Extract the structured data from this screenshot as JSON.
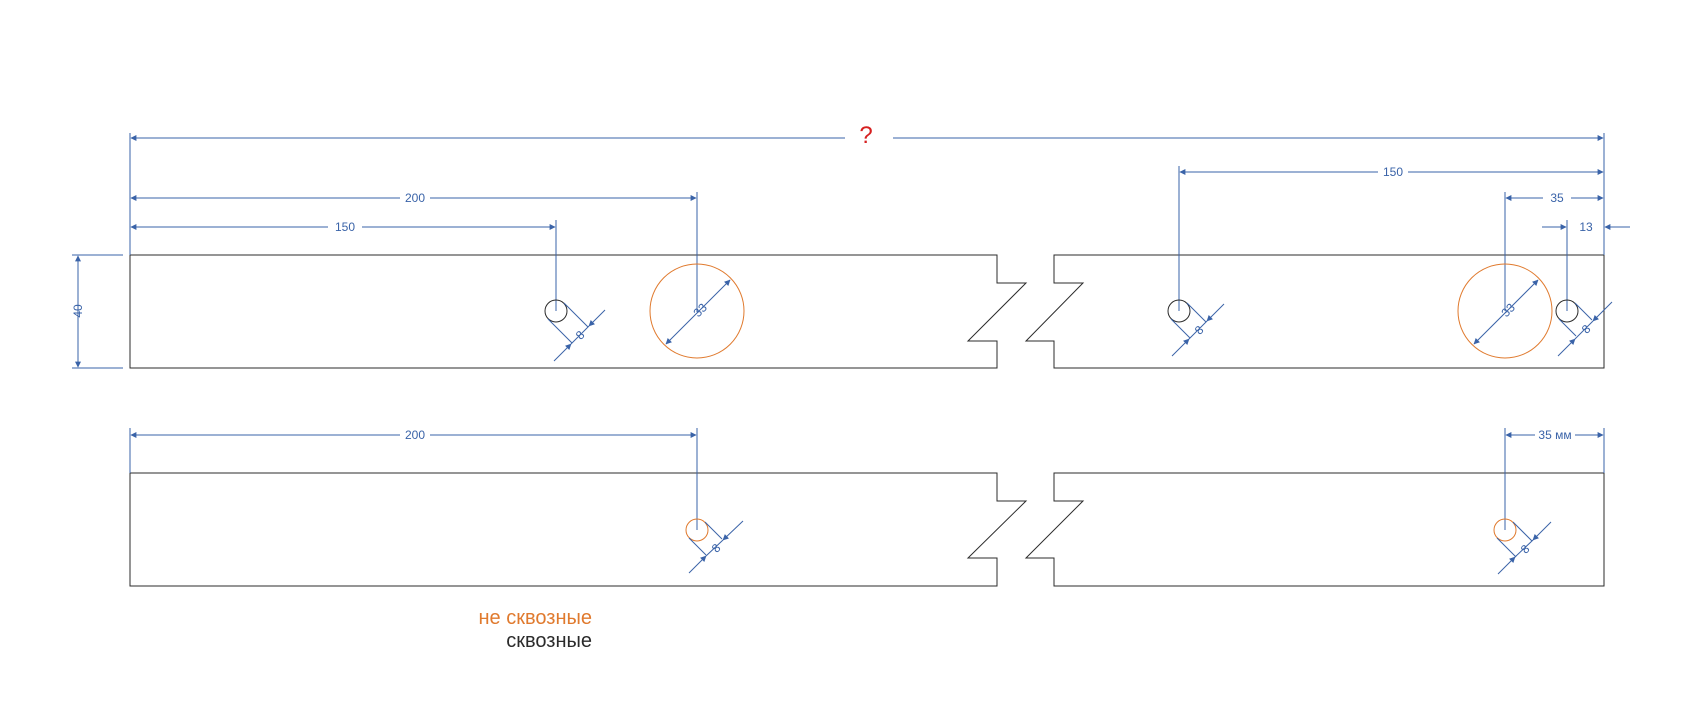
{
  "colors": {
    "dimension": "#3a63a8",
    "outline": "#2b2b2b",
    "blind_hole": "#e07a2e",
    "unknown": "#d62020"
  },
  "top_part": {
    "total_length_label": "?",
    "height_label": "40",
    "left_dims": [
      "200",
      "150"
    ],
    "right_dims": [
      "150",
      "35",
      "13"
    ],
    "hole_labels": {
      "left_small": "8",
      "left_large": "33",
      "right_small_a": "8",
      "right_large": "33",
      "right_small_b": "8"
    }
  },
  "bottom_part": {
    "left_dim": "200",
    "right_dim": "35 мм",
    "hole_labels": {
      "left": "8",
      "right": "8"
    }
  },
  "legend": {
    "blind": "не сквозные",
    "through": "сквозные"
  }
}
